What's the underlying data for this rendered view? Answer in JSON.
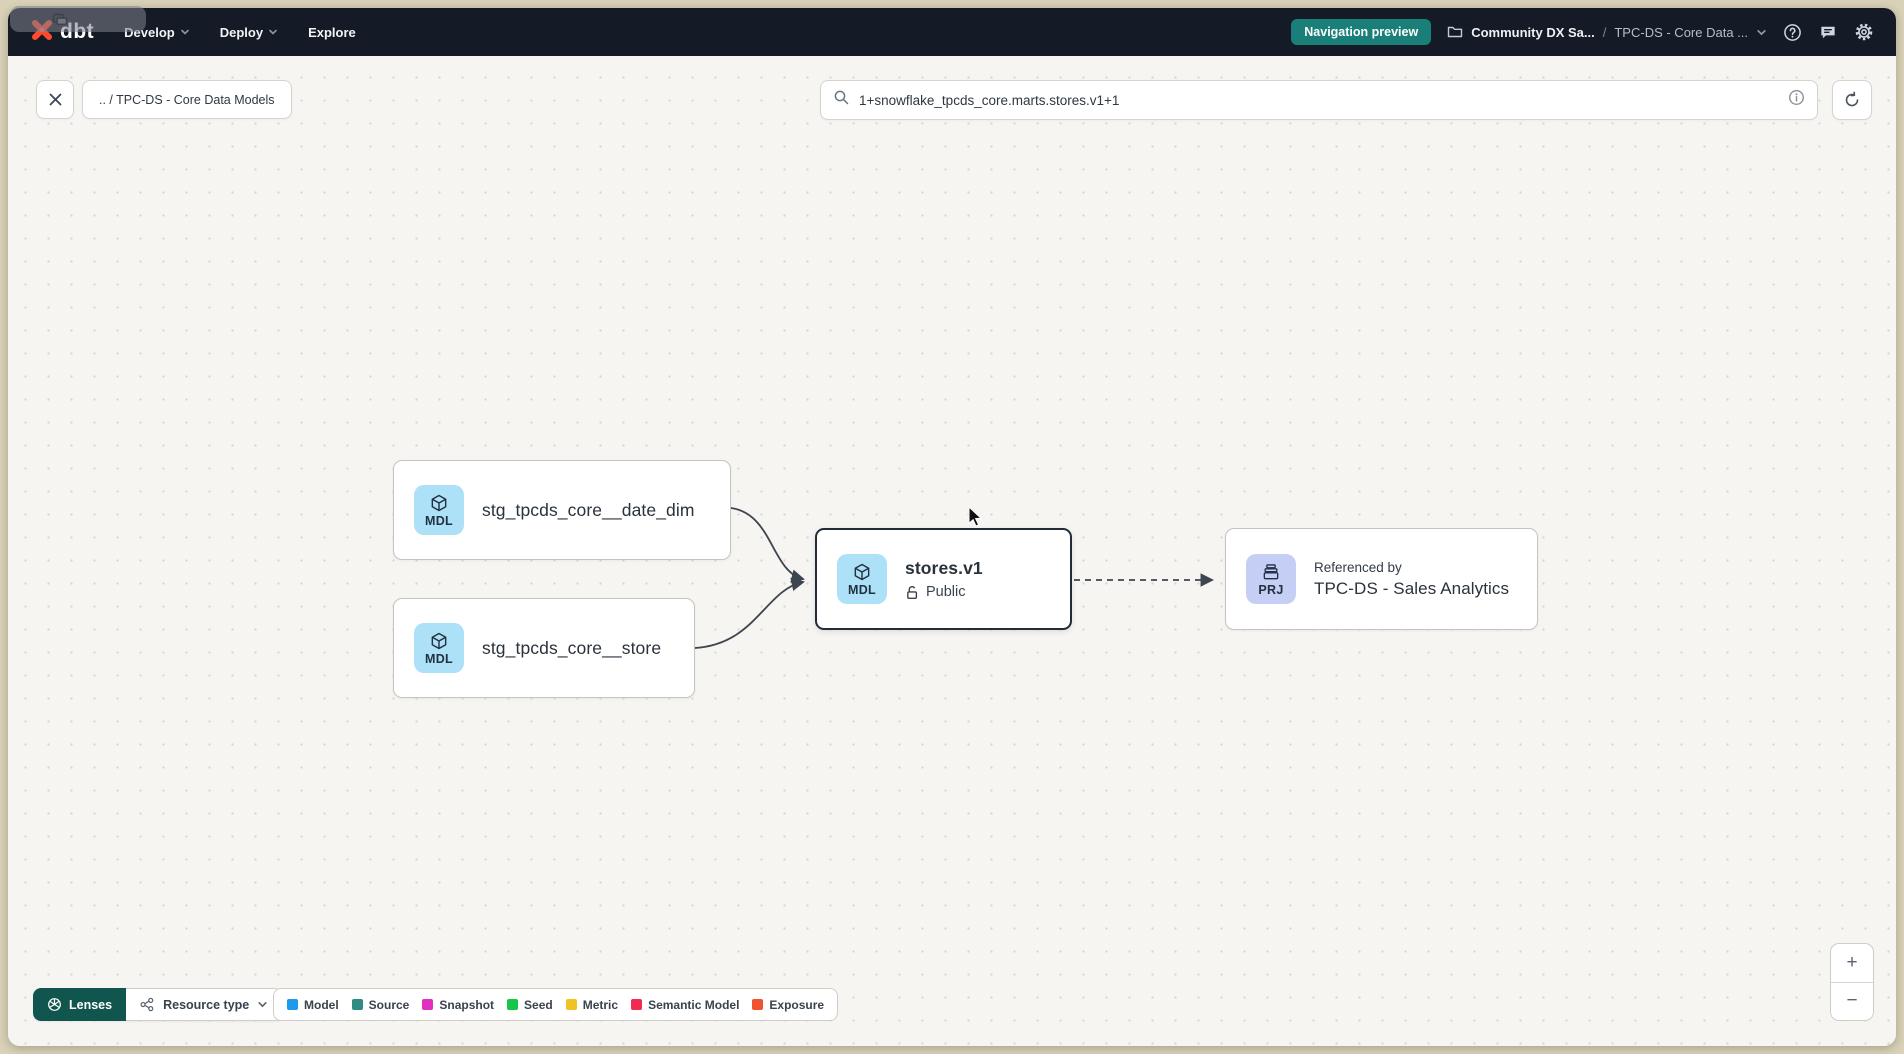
{
  "nav": {
    "logo_text": "dbt",
    "menus": [
      {
        "label": "Develop"
      },
      {
        "label": "Deploy"
      },
      {
        "label": "Explore"
      }
    ],
    "preview_badge": "Navigation preview",
    "account_breadcrumb": {
      "account": "Community DX Sa...",
      "separator": "/",
      "project": "TPC-DS - Core Data ..."
    }
  },
  "toolbar": {
    "breadcrumb": ".. / TPC-DS - Core Data Models",
    "search_value": "1+snowflake_tpcds_core.marts.stores.v1+1"
  },
  "graph": {
    "nodes": [
      {
        "badge": "MDL",
        "label": "stg_tpcds_core__date_dim"
      },
      {
        "badge": "MDL",
        "label": "stg_tpcds_core__store"
      },
      {
        "badge": "MDL",
        "label": "stores.v1",
        "access": "Public"
      },
      {
        "badge": "PRJ",
        "kicker": "Referenced by",
        "label": "TPC-DS - Sales Analytics"
      }
    ],
    "edge_color": "#3d454f"
  },
  "footer": {
    "lenses_label": "Lenses",
    "resource_type_label": "Resource type",
    "legend": [
      {
        "label": "Model",
        "color": "#1e9be8"
      },
      {
        "label": "Source",
        "color": "#2f8c84"
      },
      {
        "label": "Snapshot",
        "color": "#e12fc2"
      },
      {
        "label": "Seed",
        "color": "#16c64b"
      },
      {
        "label": "Metric",
        "color": "#efc324"
      },
      {
        "label": "Semantic Model",
        "color": "#f02b51"
      },
      {
        "label": "Exposure",
        "color": "#f0542e"
      }
    ],
    "zoom_in": "+",
    "zoom_out": "−"
  }
}
